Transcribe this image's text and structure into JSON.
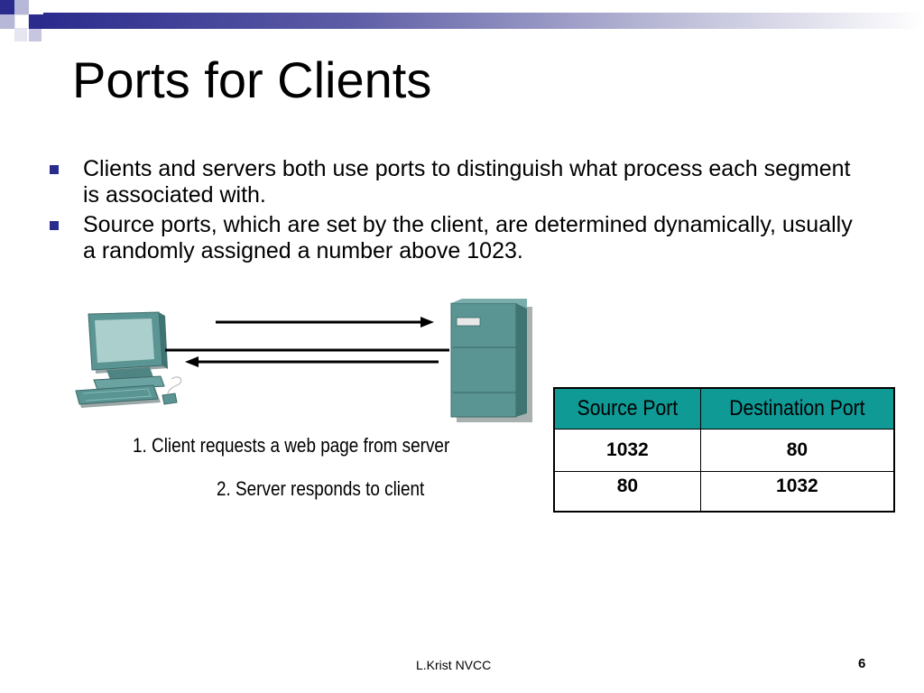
{
  "slide": {
    "title": "Ports for Clients",
    "bullets": [
      "Clients and servers both use ports to distinguish what process each segment is associated with.",
      "Source ports, which are set by the client, are determined dynamically, usually a randomly assigned a number above 1023."
    ],
    "diagram": {
      "caption_request": "1.   Client requests a web page from server",
      "caption_response": "2.  Server responds to client"
    },
    "table": {
      "headers": [
        "Source Port",
        "Destination Port"
      ],
      "rows": [
        [
          "1032",
          "80"
        ],
        [
          "80",
          "1032"
        ]
      ],
      "header_color": "#0f9a96"
    },
    "footer": {
      "credit": "L.Krist NVCC",
      "page_number": "6"
    },
    "colors": {
      "accent": "#2b2b8e",
      "device": "#5a9593"
    }
  }
}
